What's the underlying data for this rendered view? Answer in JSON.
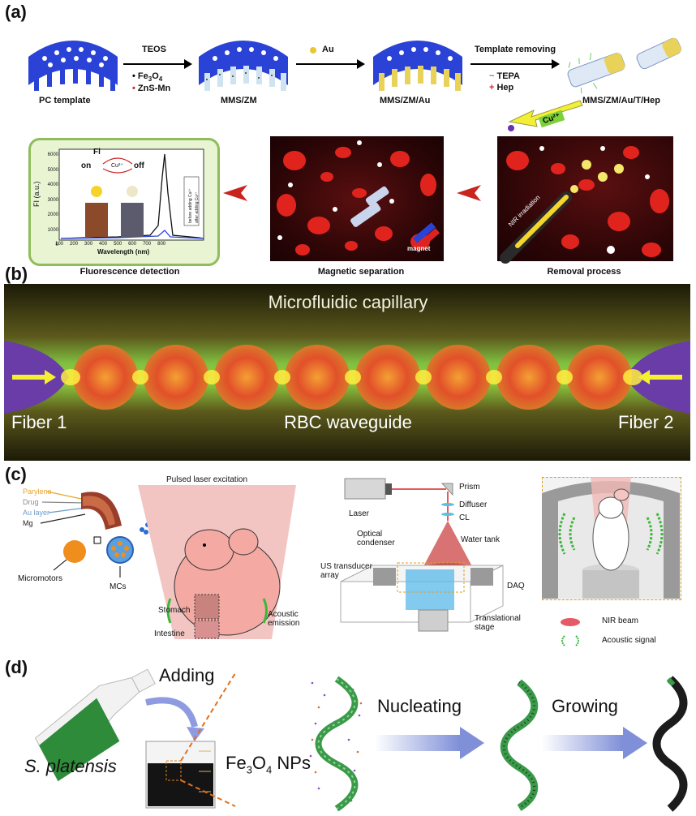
{
  "panels": {
    "a": {
      "label": "(a)",
      "steps": {
        "pc_template": "PC template",
        "teos": "TEOS",
        "fe3o4": "Fe",
        "fe3o4_sub": "3",
        "fe3o4_o": "O",
        "fe3o4_sub2": "4",
        "znsmn": "ZnS-Mn",
        "mms_zm": "MMS/ZM",
        "au": "Au",
        "mms_zm_au": "MMS/ZM/Au",
        "template_removing": "Template removing",
        "tepa": "TEPA",
        "hep": "Hep",
        "final": "MMS/ZM/Au/T/Hep",
        "cu": "Cu²⁺"
      },
      "graph": {
        "fl_label": "Fl",
        "on": "on",
        "off": "off",
        "cu_arrow": "Cu²⁺",
        "ylabel": "FI (a.u.)",
        "xlabel": "Wavelength (nm)",
        "yticks": [
          "0",
          "1000",
          "2000",
          "3000",
          "4000",
          "5000",
          "6000"
        ],
        "xticks": [
          "100",
          "200",
          "300",
          "400",
          "500",
          "600",
          "700",
          "800"
        ],
        "legend1": "before adding Cu²⁺",
        "legend2": "after adding Cu²⁺"
      },
      "captions": {
        "fluorescence": "Fluorescence detection",
        "magnetic": "Magnetic separation",
        "removal": "Removal process",
        "magnet": "magnet",
        "nir": "NIR irradiation"
      }
    },
    "b": {
      "label": "(b)",
      "capillary": "Microfluidic capillary",
      "fiber1": "Fiber 1",
      "waveguide": "RBC waveguide",
      "fiber2": "Fiber 2"
    },
    "c": {
      "label": "(c)",
      "layers": [
        "Parylene",
        "Drug",
        "Au layer",
        "Mg"
      ],
      "layer_colors": [
        "#e8a628",
        "#8a8a8a",
        "#6d9bc8",
        "#222222"
      ],
      "micromotors": "Micromotors",
      "mcs": "MCs",
      "pulsed": "Pulsed laser excitation",
      "stomach": "Stomach",
      "intestine": "Intestine",
      "acoustic_emission": "Acoustic emission",
      "laser": "Laser",
      "prism": "Prism",
      "diffuser": "Diffuser",
      "cl": "CL",
      "optical_condenser": "Optical condenser",
      "water_tank": "Water tank",
      "us_array": "US transducer array",
      "daq": "DAQ",
      "stage": "Translational stage",
      "nir_beam": "NIR beam",
      "acoustic_signal": "Acoustic signal"
    },
    "d": {
      "label": "(d)",
      "adding": "Adding",
      "species": "S. platensis",
      "np_fe": "Fe",
      "np_sub3": "3",
      "np_o": "O",
      "np_sub4": "4",
      "np_rest": " NPs",
      "nucleating": "Nucleating",
      "growing": "Growing"
    }
  }
}
